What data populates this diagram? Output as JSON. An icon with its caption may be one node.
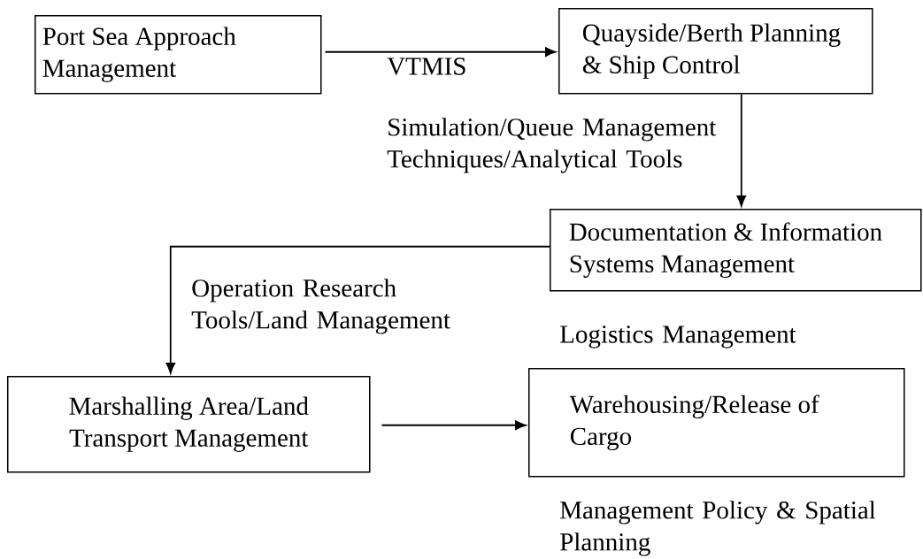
{
  "diagram": {
    "nodes": [
      {
        "text": [
          "Port Sea Approach Management"
        ]
      },
      {
        "text": [
          "Quayside/Berth Planning & Ship Control"
        ]
      },
      {
        "text": [
          "Documentation & Information Systems Management"
        ]
      },
      {
        "text": [
          "Marshalling Area/Land Transport Management"
        ]
      },
      {
        "text": [
          "Warehousing/Release of Cargo"
        ]
      }
    ],
    "edges": [
      {
        "from": 0,
        "to": 1,
        "arrow": "to",
        "label": "VTMIS"
      },
      {
        "from": 1,
        "to": 2,
        "arrow": "to",
        "label": "Simulation/Queue Management Techniques/Analytical Tools"
      },
      {
        "from": 2,
        "to": 3,
        "arrow": "to",
        "label": "Operation Research Tools/Land Management"
      },
      {
        "from": 3,
        "to": 4,
        "arrow": "to"
      }
    ],
    "labels": [
      "Logistics Management",
      "Management Policy & Spatial Planning"
    ]
  }
}
